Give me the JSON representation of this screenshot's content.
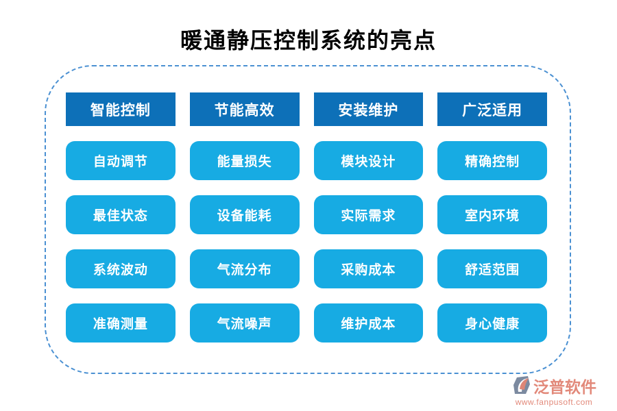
{
  "title": "暖通静压控制系统的亮点",
  "colors": {
    "header_button": "#0d70b8",
    "item_button": "#17abe3",
    "dashed_border": "#4a90d2",
    "brand_text": "#e2897a",
    "logo_gray": "#7c8aa0"
  },
  "columns": [
    {
      "header": "智能控制",
      "items": [
        "自动调节",
        "最佳状态",
        "系统波动",
        "准确测量"
      ]
    },
    {
      "header": "节能高效",
      "items": [
        "能量损失",
        "设备能耗",
        "气流分布",
        "气流噪声"
      ]
    },
    {
      "header": "安装维护",
      "items": [
        "模块设计",
        "实际需求",
        "采购成本",
        "维护成本"
      ]
    },
    {
      "header": "广泛适用",
      "items": [
        "精确控制",
        "室内环境",
        "舒适范围",
        "身心健康"
      ]
    }
  ],
  "footer": {
    "brand": "泛普软件",
    "url": "www.fanpusoft.com"
  }
}
